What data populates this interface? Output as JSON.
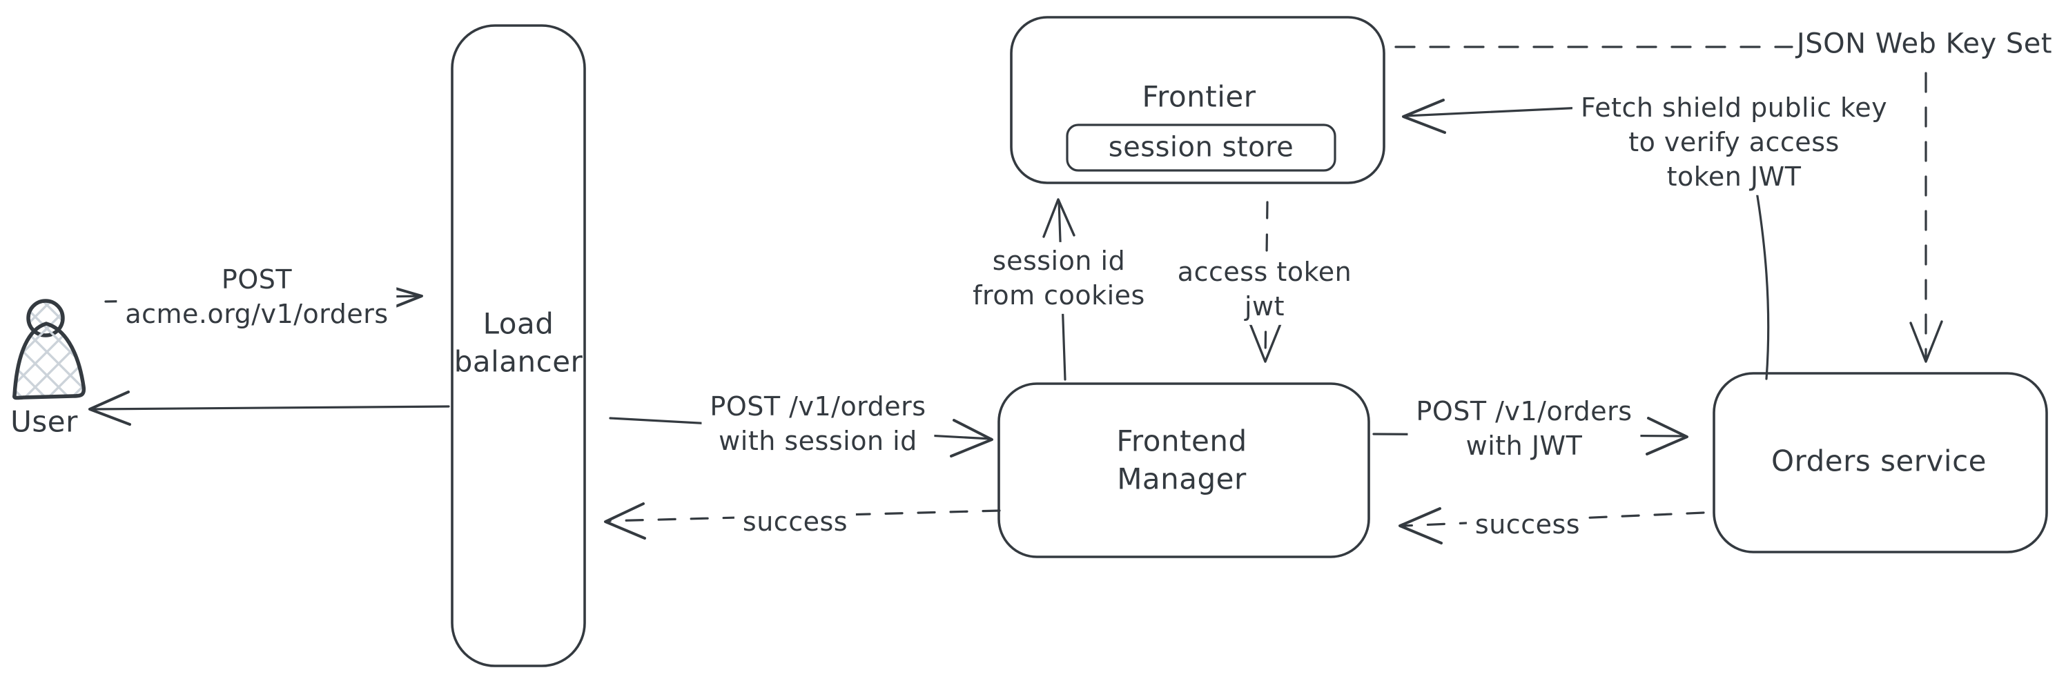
{
  "diagram": {
    "background_color": "#ffffff",
    "ink_color": "#343a40",
    "hatch_fill_color": "#ccd3da",
    "style": "hand-drawn flow diagram"
  },
  "nodes": {
    "user": {
      "label": "User"
    },
    "load_balancer": {
      "lines": [
        "Load",
        "balancer"
      ]
    },
    "frontier": {
      "title": "Frontier",
      "session_store_label": "session store"
    },
    "frontend_manager": {
      "lines": [
        "Frontend",
        "Manager"
      ]
    },
    "orders_service": {
      "label": "Orders service"
    }
  },
  "edges": {
    "user_post": {
      "lines": [
        "POST",
        "acme.org/v1/orders"
      ],
      "style": "solid",
      "direction": "user to load balancer"
    },
    "lb_return": {
      "label": "",
      "style": "solid",
      "direction": "load balancer to user"
    },
    "lb_to_fm": {
      "lines": [
        "POST /v1/orders",
        "with session id"
      ],
      "style": "solid",
      "direction": "load balancer to frontend manager"
    },
    "fm_success": {
      "label": "success",
      "style": "dashed",
      "direction": "frontend manager to load balancer"
    },
    "session_id": {
      "lines": [
        "session id",
        "from cookies"
      ],
      "style": "solid",
      "direction": "frontend manager to frontier"
    },
    "access_token": {
      "lines": [
        "access token",
        "jwt"
      ],
      "style": "dashed",
      "direction": "frontier to frontend manager"
    },
    "fm_to_orders": {
      "lines": [
        "POST /v1/orders",
        "with JWT"
      ],
      "style": "solid",
      "direction": "frontend manager to orders service"
    },
    "orders_success": {
      "label": "success",
      "style": "dashed",
      "direction": "orders service to frontend manager"
    },
    "jwks": {
      "label": "JSON Web Key Set",
      "style": "dashed",
      "direction": "frontier to orders service"
    },
    "fetch_key": {
      "lines": [
        "Fetch shield public key",
        "to verify access",
        "token JWT"
      ],
      "style": "solid",
      "direction": "orders service to frontier"
    }
  }
}
